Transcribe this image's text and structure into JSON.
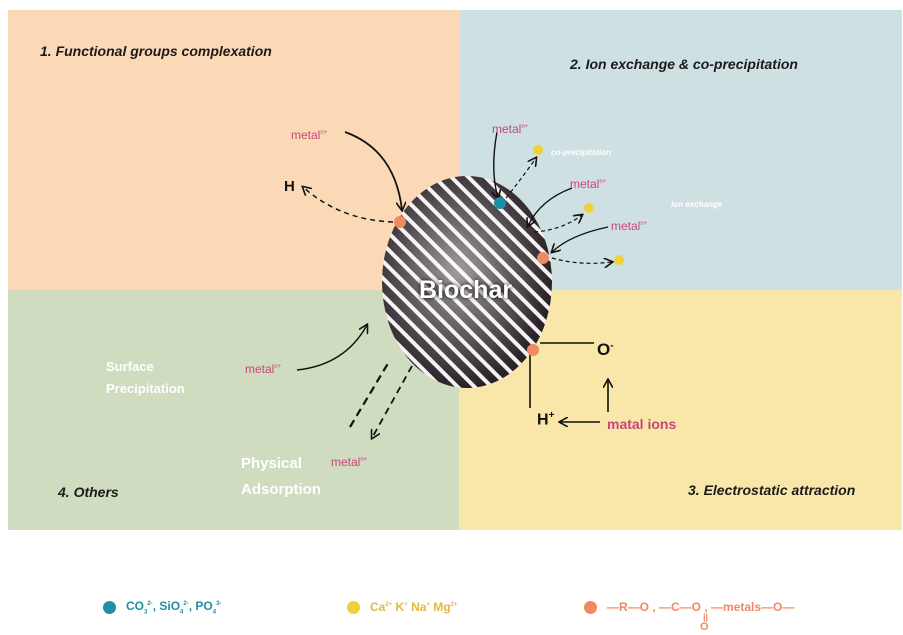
{
  "quadrants": {
    "q1_title": "1. Functional groups complexation",
    "q2_title": "2. Ion exchange & co-precipitation",
    "q3_title": "3. Electrostatic attraction",
    "q4_title": "4. Others"
  },
  "center_label": "Biochar",
  "metal_label": "metal",
  "metal_charge": "n+",
  "labels": {
    "h": "H",
    "co_precipitation": "co-precipitation",
    "ion_exchange": "Ion exchange",
    "surface_precipitation_1": "Surface",
    "surface_precipitation_2": "Precipitation",
    "physical_adsorption_1": "Physical",
    "physical_adsorption_2": "Adsorption",
    "o_minus": "O",
    "o_charge": "-",
    "h_plus": "H",
    "h_charge": "+",
    "metal_ions": "matal ions"
  },
  "legend": {
    "teal": {
      "color": "#1f8ea8",
      "co3": "CO",
      "co3_sub": "3",
      "co3_sup": "2-",
      "sio4": "SiO",
      "sio4_sub": "4",
      "sio4_sup": "2-",
      "po4": "PO",
      "po4_sub": "4",
      "po4_sup": "3-",
      "sep": ","
    },
    "yellow": {
      "color": "#f1d13a",
      "ca": "Ca",
      "ca_sup": "2+",
      "k": "K",
      "k_sup": "+",
      "na": "Na",
      "na_sup": "+",
      "mg": "Mg",
      "mg_sup": "2+"
    },
    "orange": {
      "color": "#ef8a62",
      "text": "—R—O , —C—O , —metals—O—",
      "double_bond": "||",
      "o": "O"
    }
  },
  "colors": {
    "q1": "#fcd9b6",
    "q2": "#cfe0e2",
    "q3": "#f8e7a8",
    "q4": "#cfdcbf",
    "metal_pink": "#c8457e",
    "teal_dot": "#1f8ea8",
    "yellow_dot": "#f1d13a",
    "orange_dot": "#ef8a62"
  }
}
